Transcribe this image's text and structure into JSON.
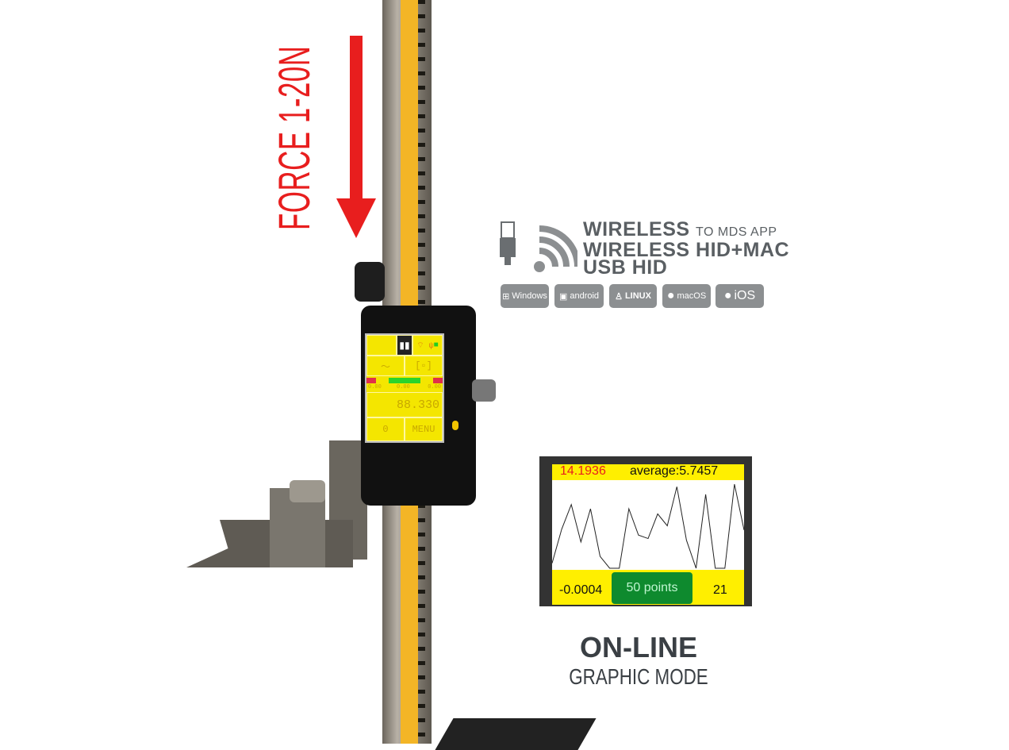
{
  "force_label": "FORCE 1-20N",
  "connectivity": {
    "line1": "WIRELESS",
    "line1_suffix": "TO MDS APP",
    "line2": "WIRELESS HID+MAC",
    "line3": "USB HID"
  },
  "os_badges": [
    "Windows",
    "android",
    "LINUX",
    "macOS",
    "iOS"
  ],
  "device_screen": {
    "reading": "88.330",
    "zero_button": "0",
    "menu_button": "MENU",
    "limits": [
      "0.00",
      "0.00",
      "0.00"
    ]
  },
  "graph_panel": {
    "current": "14.1936",
    "average": "average:5.7457",
    "min": "-0.0004",
    "points_button": "50 points",
    "count": "21",
    "graph_values": [
      6,
      46,
      75,
      31,
      70,
      14,
      0,
      0,
      70,
      39,
      35,
      64,
      50,
      96,
      33,
      0,
      87,
      0,
      0,
      99,
      45
    ]
  },
  "caption": {
    "title": "ON-LINE",
    "subtitle": "GRAPHIC MODE"
  },
  "colors": {
    "accent_red": "#e81e1e",
    "screen_yellow": "#ffef00",
    "button_green": "#0e8a2e"
  }
}
